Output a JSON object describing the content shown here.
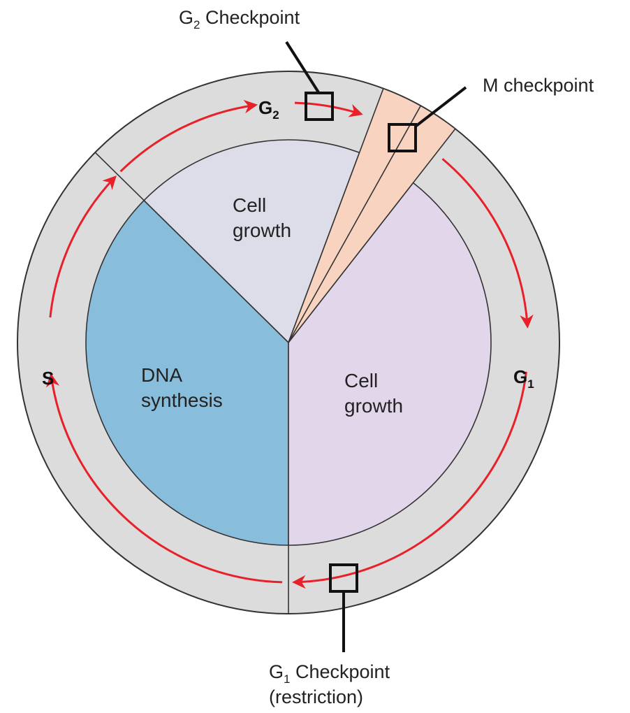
{
  "title": "Cell cycle checkpoints",
  "colors": {
    "ring": "#dcdcdc",
    "dna_synthesis": "#88bedb",
    "g2_growth": "#dcdde8",
    "g1_growth": "#e2d6ea",
    "mitosis": "#f8d4c0",
    "arrow": "#e8202a",
    "outline": "#333333"
  },
  "phases": {
    "s": {
      "label": "S"
    },
    "g2": {
      "label": "G",
      "sub": "2"
    },
    "g1": {
      "label": "G",
      "sub": "1"
    }
  },
  "regions": {
    "dna_synthesis": {
      "line1": "DNA",
      "line2": "synthesis"
    },
    "g2_growth": {
      "line1": "Cell",
      "line2": "growth"
    },
    "g1_growth": {
      "line1": "Cell",
      "line2": "growth"
    }
  },
  "checkpoints": {
    "g2": {
      "label_prefix": "G",
      "label_sub": "2",
      "label_rest": " Checkpoint"
    },
    "m": {
      "label": "M checkpoint"
    },
    "g1": {
      "label_prefix": "G",
      "label_sub": "1",
      "label_rest": " Checkpoint",
      "line2": "(restriction)"
    }
  }
}
